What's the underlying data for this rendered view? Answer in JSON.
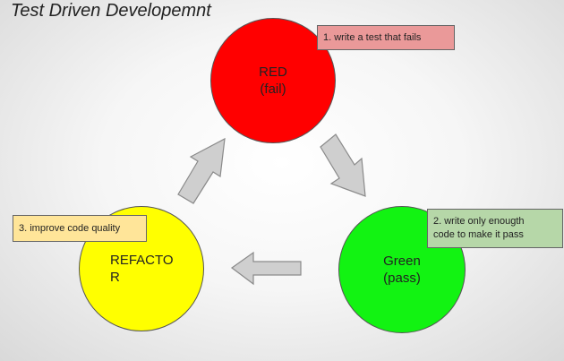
{
  "title": "Test Driven Developemnt",
  "nodes": {
    "red": {
      "line1": "RED",
      "line2": "(fail)",
      "color": "#ff0000"
    },
    "green": {
      "line1": "Green",
      "line2": "(pass)",
      "color": "#12f312"
    },
    "yellow": {
      "line1": "REFACTO",
      "line2": "R",
      "color": "#ffff00"
    }
  },
  "notes": {
    "step1": {
      "text": "1. write a test that fails",
      "color": "#ea9999"
    },
    "step2": {
      "line1": "2. write only enougth",
      "line2": "code to make it pass",
      "color": "#b6d7a8"
    },
    "step3": {
      "text": "3. improve code quality",
      "color": "#ffe599"
    }
  },
  "arrow_color": "#cccccc"
}
